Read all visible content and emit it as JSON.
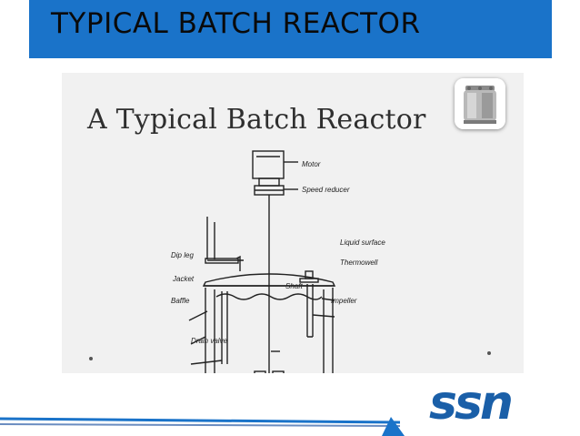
{
  "slide": {
    "title": "TYPICAL BATCH REACTOR"
  },
  "figure": {
    "heading": "A Typical Batch Reactor",
    "labels": {
      "motor": "Motor",
      "speed_reducer": "Speed reducer",
      "dip_leg": "Dip leg",
      "liquid_surface": "Liquid surface",
      "jacket": "Jacket",
      "thermowell": "Thermowell",
      "shaft": "Shaft",
      "baffle": "Baffle",
      "impeller": "Impeller",
      "drain_valve": "Drain valve"
    }
  },
  "logo": {
    "text": "ssn",
    "color": "#1a5fa8"
  },
  "colors": {
    "title_bar": "#1a73c9",
    "panel": "#f1f1f1"
  }
}
